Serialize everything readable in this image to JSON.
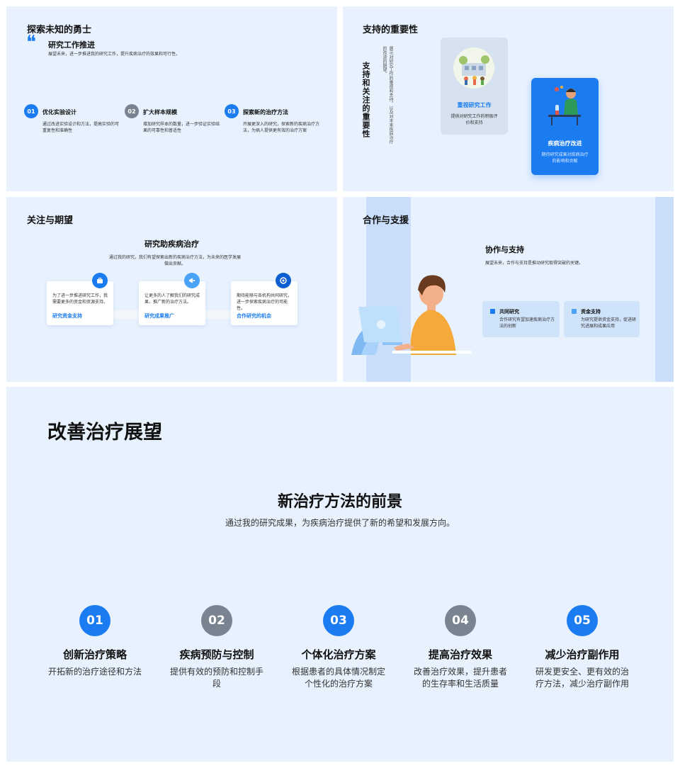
{
  "slide1": {
    "title": "探索未知的勇士",
    "quote_mark": "❝",
    "subtitle": "研究工作推进",
    "desc": "展望未来，进一步推进我的研究工作，提升疾病治疗的效果和可行性。",
    "items": [
      {
        "num": "01",
        "title": "优化实验设计",
        "desc": "通过改进实验设计和方法，提高实验的可重复性和准确性"
      },
      {
        "num": "02",
        "title": "扩大样本规模",
        "desc": "增加研究样本的数量，进一步验证实验结果的可靠性和普适性"
      },
      {
        "num": "03",
        "title": "探索新的治疗方法",
        "desc": "开展更深入的研究，探索新的疾病治疗方法，为病人提供更有效的治疗方案"
      }
    ]
  },
  "slide2": {
    "title": "支持的重要性",
    "vertical_title": "支持和关注的重要性",
    "vertical_desc": "展示对研究工作的重视和支持，以及对未来疾病治疗的改进的期望。",
    "card1": {
      "title": "重视研究工作",
      "desc": "提供对研究工作的积极评价和支持"
    },
    "card2": {
      "title": "疾病治疗改进",
      "desc": "期待研究成果对疾病治疗的影响和贡献"
    }
  },
  "slide3": {
    "title": "关注与期望",
    "heading": "研究助疾病治疗",
    "desc": "通过我的研究，我们有望探索出新的疾病治疗方法，为未来的医学发展做出贡献。",
    "cards": [
      {
        "icon": "briefcase-icon",
        "desc": "为了进一步推进研究工作，我需要更多的资金和资源支持。",
        "title": "研究资金支持"
      },
      {
        "icon": "megaphone-icon",
        "desc": "让更多的人了解我们的研究成果，推广新的治疗方法。",
        "title": "研究成果推广"
      },
      {
        "icon": "target-icon",
        "desc": "期待能够与各机构共同研究，进一步探索疾病治疗的可能性。",
        "title": "合作研究的机会"
      }
    ]
  },
  "slide4": {
    "title": "合作与支援",
    "heading": "协作与支持",
    "desc": "展望未来，合作与支持是推动研究取得突破的关键。",
    "boxes": [
      {
        "title": "共同研究",
        "desc": "合作研究有望加速疾病治疗方法的创新"
      },
      {
        "title": "资金支持",
        "desc": "为研究提供资金支持，促进研究进展和成果应用"
      }
    ]
  },
  "slide5": {
    "title": "改善治疗展望",
    "heading": "新治疗方法的前景",
    "desc": "通过我的研究成果，为疾病治疗提供了新的希望和发展方向。",
    "items": [
      {
        "num": "01",
        "title": "创新治疗策略",
        "desc": "开拓新的治疗途径和方法"
      },
      {
        "num": "02",
        "title": "疾病预防与控制",
        "desc": "提供有效的预防和控制手段"
      },
      {
        "num": "03",
        "title": "个体化治疗方案",
        "desc": "根据患者的具体情况制定个性化的治疗方案"
      },
      {
        "num": "04",
        "title": "提高治疗效果",
        "desc": "改善治疗效果，提升患者的生存率和生活质量"
      },
      {
        "num": "05",
        "title": "减少治疗副作用",
        "desc": "研发更安全、更有效的治疗方法，减少治疗副作用"
      }
    ]
  },
  "colors": {
    "accent": "#1b7cf2",
    "gray": "#7a8390",
    "slide_bg": "#e8f2fe"
  }
}
